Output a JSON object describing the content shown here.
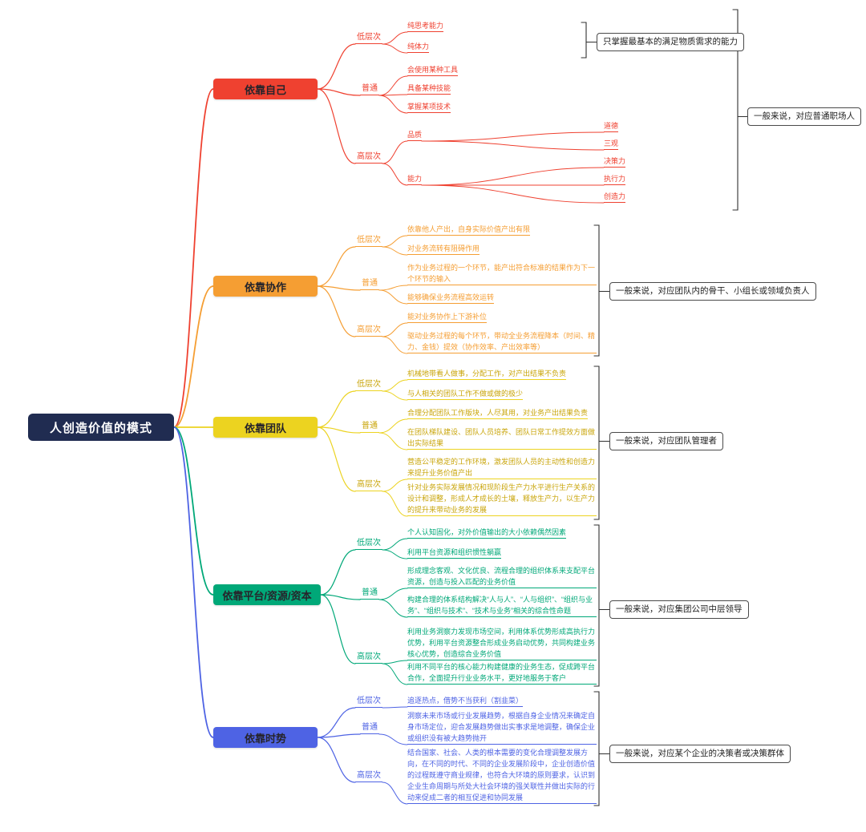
{
  "root": {
    "label": "人创造价值的模式",
    "bg": "#202c51",
    "fg": "#ffffff"
  },
  "branches": [
    {
      "id": "self",
      "label": "依靠自己",
      "color": "#ef4130",
      "text_color": "#ef4130",
      "levels": [
        {
          "label": "低层次",
          "items": [
            {
              "text": "纯思考能力"
            },
            {
              "text": "纯体力"
            }
          ]
        },
        {
          "label": "普通",
          "items": [
            {
              "text": "会使用某种工具"
            },
            {
              "text": "具备某种技能"
            },
            {
              "text": "掌握某项技术"
            }
          ]
        },
        {
          "label": "高层次",
          "items": [
            {
              "text": "品质",
              "children": [
                {
                  "text": "道德"
                },
                {
                  "text": "三观"
                }
              ]
            },
            {
              "text": "能力",
              "children": [
                {
                  "text": "决策力"
                },
                {
                  "text": "执行力"
                },
                {
                  "text": "创造力"
                }
              ]
            }
          ]
        }
      ],
      "callouts": [
        {
          "text": "只掌握最基本的满足物质需求的能力"
        },
        {
          "text": "一般来说，对应普通职场人"
        }
      ]
    },
    {
      "id": "collaboration",
      "label": "依靠协作",
      "color": "#f59e33",
      "text_color": "#f59e33",
      "levels": [
        {
          "label": "低层次",
          "items": [
            {
              "text": "依靠他人产出，自身实际价值产出有限"
            },
            {
              "text": "对业务流转有阻碍作用"
            }
          ]
        },
        {
          "label": "普通",
          "items": [
            {
              "text": "作为业务过程的一个环节，能产出符合标准的结果作为下一个环节的输入"
            },
            {
              "text": "能够确保业务流程高效运转"
            }
          ]
        },
        {
          "label": "高层次",
          "items": [
            {
              "text": "能对业务协作上下游补位"
            },
            {
              "text": "驱动业务过程的每个环节，带动全业务流程降本（时间、精力、金钱）提效（协作效率、产出效率等）"
            }
          ]
        }
      ],
      "callouts": [
        {
          "text": "一般来说，对应团队内的骨干、小组长或领域负责人"
        }
      ]
    },
    {
      "id": "team",
      "label": "依靠团队",
      "color": "#ecd320",
      "text_color": "#c9a50a",
      "levels": [
        {
          "label": "低层次",
          "items": [
            {
              "text": "机械地带看人做事，分配工作，对产出结果不负责"
            },
            {
              "text": "与人相关的团队工作不做或做的极少"
            }
          ]
        },
        {
          "label": "普通",
          "items": [
            {
              "text": "合理分配团队工作版块，人尽其用，对业务产出结果负责"
            },
            {
              "text": "在团队梯队建设、团队人员培养、团队日常工作提效方面做出实际结果"
            }
          ]
        },
        {
          "label": "高层次",
          "items": [
            {
              "text": "营造公平稳定的工作环境，激发团队人员的主动性和创造力来提升业务价值产出"
            },
            {
              "text": "针对业务实际发展情况和现阶段生产力水平进行生产关系的设计和调整，形成人才成长的土壤，释放生产力，以生产力的提升来带动业务的发展"
            }
          ]
        }
      ],
      "callouts": [
        {
          "text": "一般来说，对应团队管理者"
        }
      ]
    },
    {
      "id": "platform",
      "label": "依靠平台/资源/资本",
      "color": "#00a878",
      "text_color": "#00a878",
      "levels": [
        {
          "label": "低层次",
          "items": [
            {
              "text": "个人认知固化，对外价值输出的大小依赖偶然因素"
            },
            {
              "text": "利用平台资源和组织惯性躺赢"
            }
          ]
        },
        {
          "label": "普通",
          "items": [
            {
              "text": "形成理念客观、文化优良、流程合理的组织体系来支配平台资源，创造与投入匹配的业务价值"
            },
            {
              "text": "构建合理的体系结构解决“人与人”、“人与组织”、“组织与业务”、“组织与技术”、“技术与业务”相关的综合性命题"
            }
          ]
        },
        {
          "label": "高层次",
          "items": [
            {
              "text": "利用业务洞察力发现市场空间，利用体系优势形成高执行力优势，利用平台资源整合形成业务启动优势，共同构建业务核心优势，创造综合业务价值"
            },
            {
              "text": "利用不同平台的核心能力构建健康的业务生态，促成跨平台合作，全面提升行业业务水平，更好地服务于客户"
            }
          ]
        }
      ],
      "callouts": [
        {
          "text": "一般来说，对应集团公司中层领导"
        }
      ]
    },
    {
      "id": "trend",
      "label": "依靠时势",
      "color": "#4e63e4",
      "text_color": "#4e63e4",
      "levels": [
        {
          "label": "低层次",
          "items": [
            {
              "text": "追逐热点，借势不当获利（割韭菜）"
            }
          ]
        },
        {
          "label": "普通",
          "items": [
            {
              "text": "洞察未来市场或行业发展趋势，根据自身企业情况来确定自身市场定位，迎合发展趋势做出实事求是地调整，确保企业或组织没有被大趋势抛开"
            }
          ]
        },
        {
          "label": "高层次",
          "items": [
            {
              "text": "结合国家、社会、人类的根本需要的变化合理调整发展方向，在不同的时代、不同的企业发展阶段中，企业创造价值的过程既遵守商业规律，也符合大环境的原则要求，认识到企业生命周期与所处大社会环境的强关联性并做出实际的行动来促成二者的相互促进和协同发展"
            }
          ]
        }
      ],
      "callouts": [
        {
          "text": "一般来说，对应某个企业的决策者或决策群体"
        }
      ]
    }
  ]
}
